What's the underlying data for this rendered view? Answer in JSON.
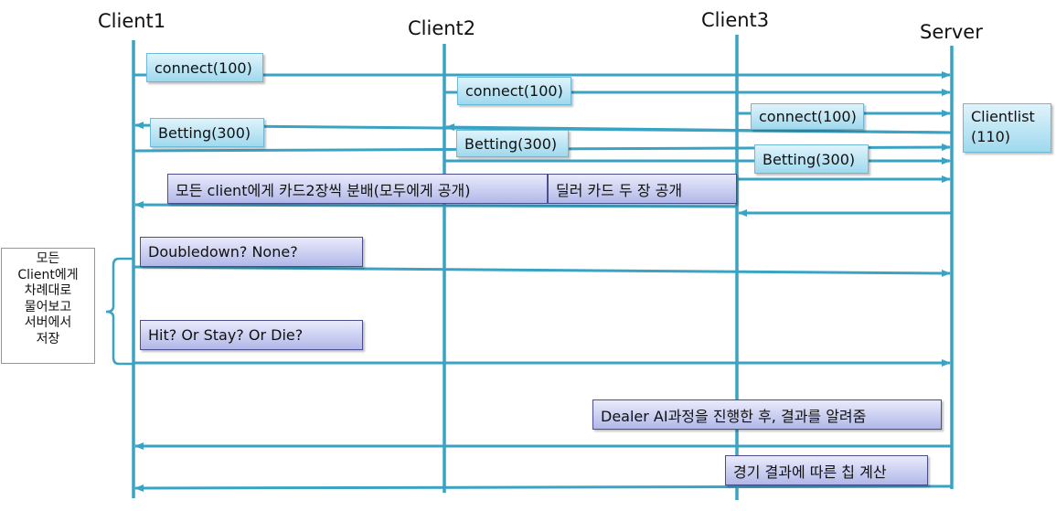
{
  "actors": {
    "client1": "Client1",
    "client2": "Client2",
    "client3": "Client3",
    "server": "Server"
  },
  "messages": {
    "connect_client1": "connect(100)",
    "connect_client2": "connect(100)",
    "connect_client3": "connect(100)",
    "clientlist_line1": "Clientlist",
    "clientlist_line2": "(110)",
    "betting_client1": "Betting(300)",
    "betting_client2": "Betting(300)",
    "betting_client3": "Betting(300)",
    "deal_all": "모든 client에게 카드2장씩 분배(모두에게 공개)",
    "dealer_cards": "딜러 카드 두 장 공개",
    "doubledown": "Doubledown? None?",
    "hit_stay_die": "Hit? Or Stay? Or Die?",
    "dealer_ai": "Dealer AI과정을 진행한 후, 결과를 알려줌",
    "chip_calc": "경기 결과에 따른 칩 계산"
  },
  "side_note": {
    "lines": [
      "모든",
      "Client에게",
      "차례대로",
      "물어보고",
      "서버에서",
      "저장"
    ]
  },
  "colors": {
    "line": "#3aa3c3",
    "blue_box_border": "#6fb9d8",
    "purple_box_border": "#4a4f8c"
  }
}
